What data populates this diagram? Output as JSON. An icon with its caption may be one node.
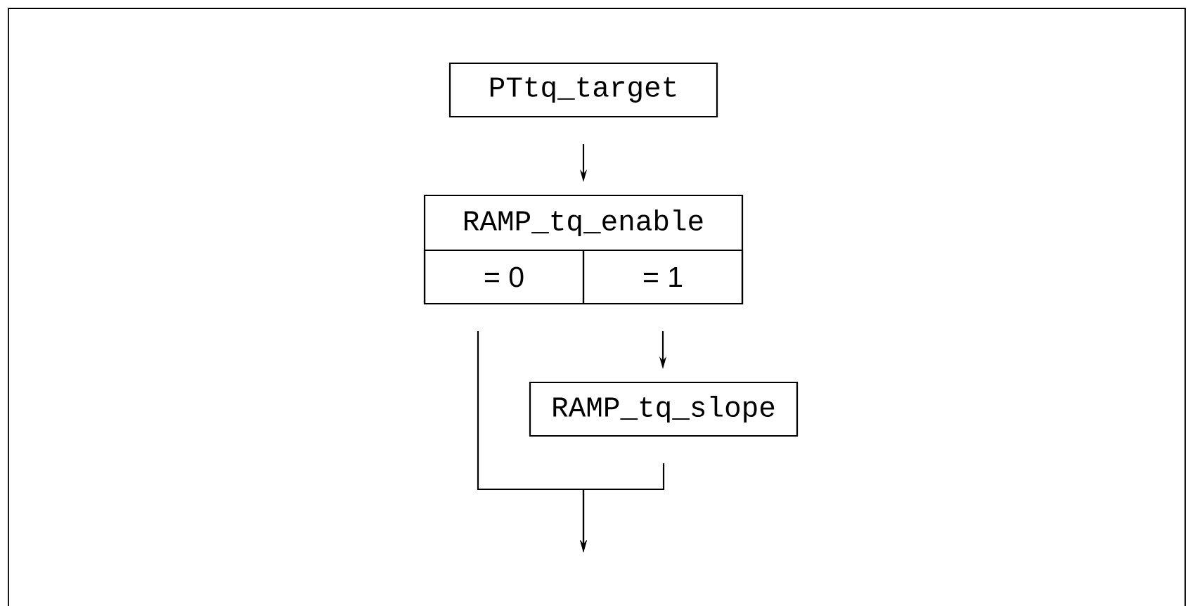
{
  "diagram": {
    "nodes": [
      {
        "text": [
          "PTtq_target"
        ]
      },
      {
        "text": [
          "RAMP_tq_enable"
        ]
      },
      {
        "text": [
          "= 0"
        ],
        "in": 1
      },
      {
        "text": [
          "= 1"
        ],
        "in": 1
      },
      {
        "text": [
          "RAMP_tq_slope"
        ]
      }
    ],
    "edges": [
      {
        "from": 0,
        "to": 1,
        "arrow": "to"
      },
      {
        "from": 3,
        "to": 4,
        "arrow": "to"
      },
      {
        "from": 2,
        "to": null,
        "arrow": "to"
      },
      {
        "from": 4,
        "to": null,
        "arrow": "to"
      }
    ]
  }
}
